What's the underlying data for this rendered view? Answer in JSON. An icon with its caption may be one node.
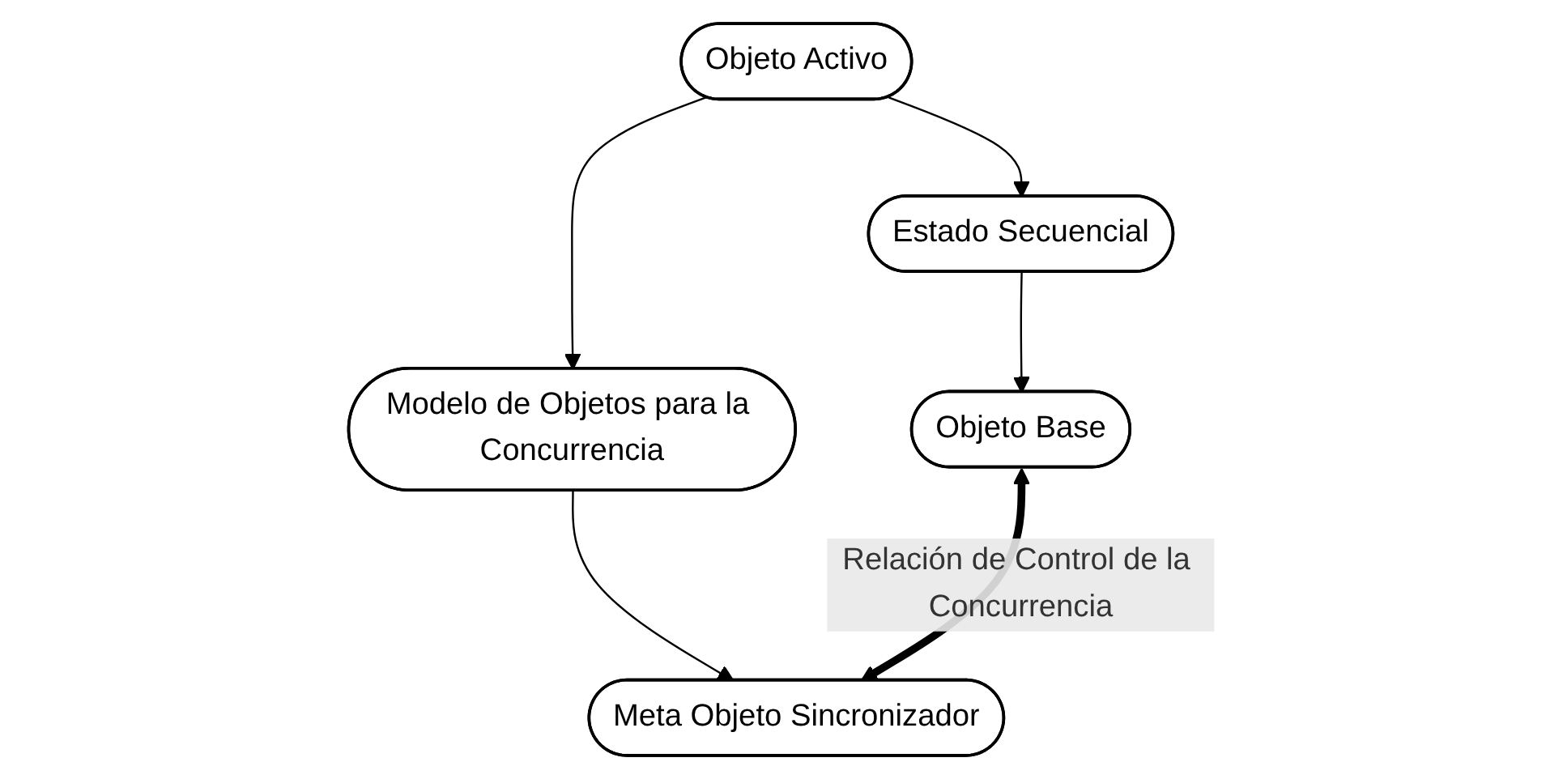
{
  "diagram": {
    "nodes": [
      {
        "text": [
          "Objeto Activo"
        ]
      },
      {
        "text": [
          "Estado Secuencial"
        ]
      },
      {
        "text": [
          "Modelo de Objetos para la Concurrencia"
        ]
      },
      {
        "text": [
          "Objeto Base"
        ]
      },
      {
        "text": [
          "Meta Objeto Sincronizador"
        ]
      }
    ],
    "edges": [
      {
        "from": 0,
        "to": 1,
        "arrow": "to"
      },
      {
        "from": 0,
        "to": 2,
        "arrow": "to"
      },
      {
        "from": 1,
        "to": 3,
        "arrow": "to"
      },
      {
        "from": 2,
        "to": 4,
        "arrow": "to"
      },
      {
        "from": 3,
        "to": 4,
        "arrow": "both",
        "style": "thick",
        "label": "Relación de Control de la Concurrencia"
      }
    ]
  }
}
